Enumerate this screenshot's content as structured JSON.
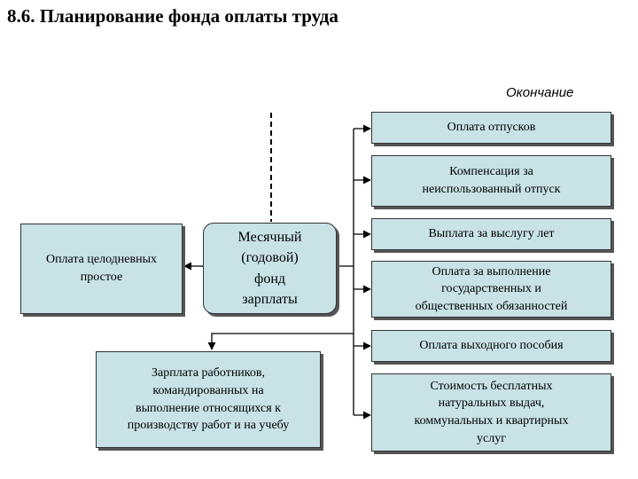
{
  "header": {
    "title": "8.6. Планирование фонда оплаты труда",
    "subtitle": "Окончание"
  },
  "diagram": {
    "center": "Месячный\n(годовой)\nфонд\nзарплаты",
    "left_top": "Оплата целодневных\nпростое",
    "left_bottom": "Зарплата работников,\nкомандированных на\nвыполнение относящихся к\nпроизводству работ и на учебу",
    "right_items": [
      "Оплата отпусков",
      "Компенсация за\nнеиспользованный отпуск",
      "Выплата за выслугу лет",
      "Оплата за выполнение\nгосударственных и\nобщественных обязанностей",
      "Оплата выходного пособия",
      "Стоимость бесплатных\nнатуральных выдач,\nкоммунальных и квартирных\nуслуг"
    ],
    "colors": {
      "box_fill": "#c8e2e6",
      "box_border": "#333333",
      "shadow": "#555555"
    }
  }
}
